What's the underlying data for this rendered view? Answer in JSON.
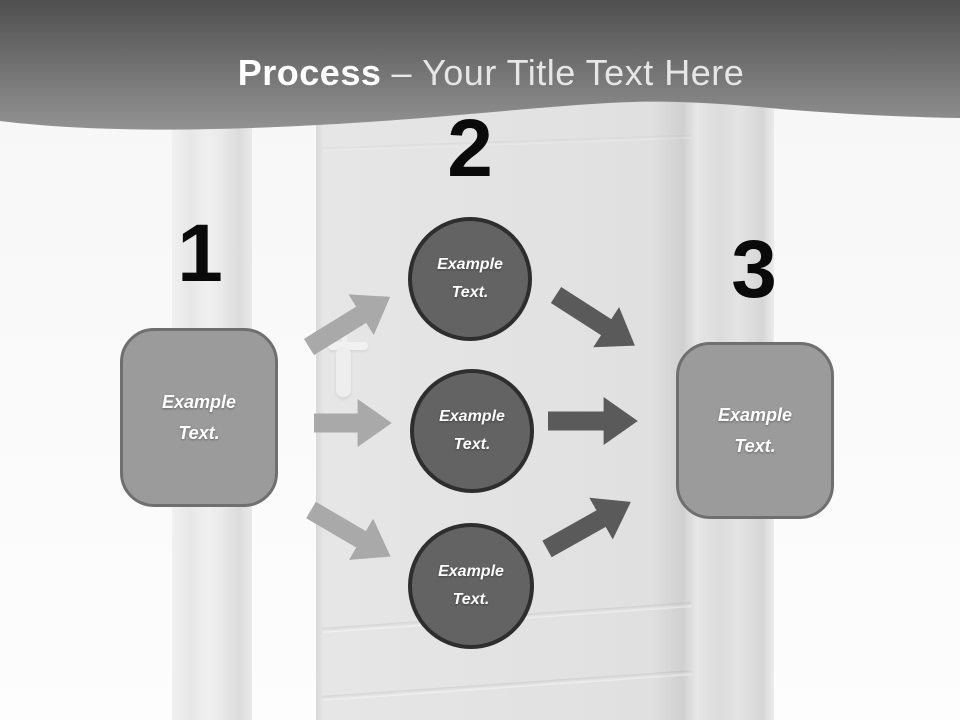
{
  "title": {
    "emphasis": "Process",
    "separator": "–",
    "rest": "Your Title Text Here"
  },
  "diagram": {
    "step1": {
      "number": "1",
      "node_label": "Example Text."
    },
    "step2": {
      "number": "2",
      "circles": [
        {
          "label": "Example Text."
        },
        {
          "label": "Example Text."
        },
        {
          "label": "Example Text."
        }
      ]
    },
    "step3": {
      "number": "3",
      "node_label": "Example Text."
    }
  },
  "colors": {
    "banner_top": "#4f4f4f",
    "banner_bottom": "#929292",
    "number_text": "#0a0a0a",
    "node_fill": "#9b9b9b",
    "node_border": "#6f6f6f",
    "circle_fill": "#636363",
    "circle_border": "#2e2e2e",
    "arrow_left": "#a9a9a9",
    "arrow_right": "#5a5a5a",
    "shape_text": "#ffffff",
    "door_fill": "#e3e3e3",
    "pillar_fill": "#e9e9e9"
  }
}
